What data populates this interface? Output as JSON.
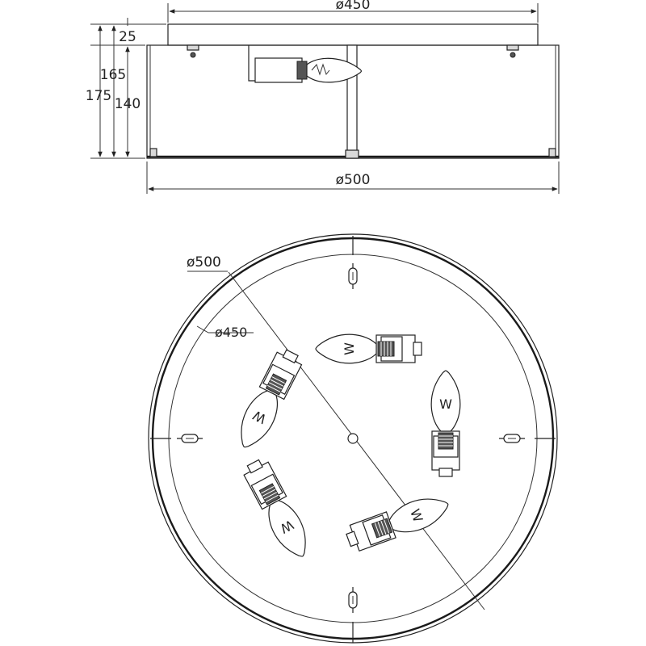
{
  "side_view": {
    "dim_top_diameter": "ø450",
    "dim_bottom_diameter": "ø500",
    "dim_canopy_height": "25",
    "dim_height_165": "165",
    "dim_height_175": "175",
    "dim_height_140": "140"
  },
  "top_view": {
    "dim_outer_diameter": "ø500",
    "dim_inner_diameter": "ø450",
    "bulb_letter": "W",
    "bulb_count": 5
  }
}
